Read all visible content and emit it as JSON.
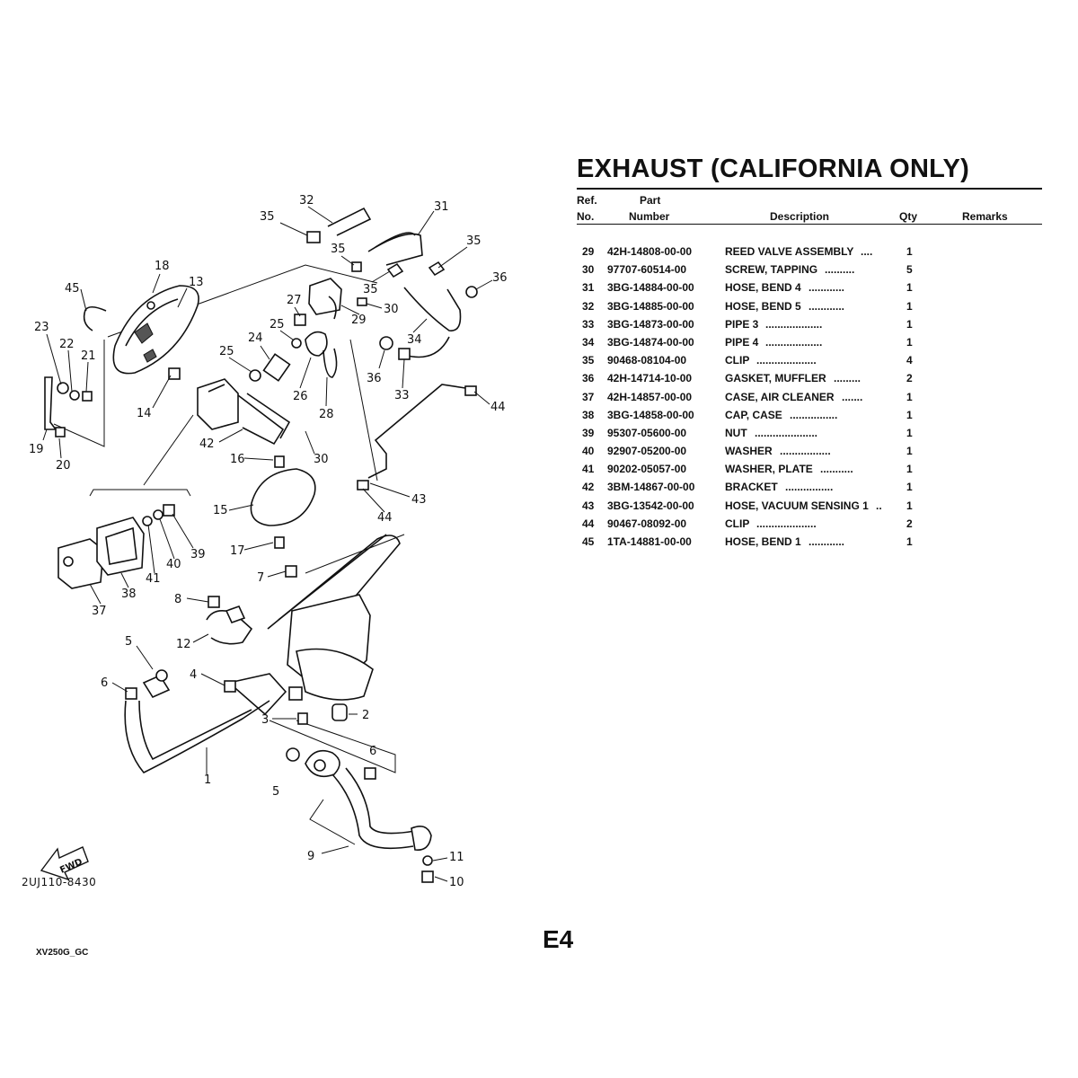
{
  "page_title": "EXHAUST (CALIFORNIA ONLY)",
  "columns": {
    "ref": "Ref.",
    "no": "No.",
    "part": "Part",
    "number": "Number",
    "description": "Description",
    "qty": "Qty",
    "remarks": "Remarks"
  },
  "parts": [
    {
      "ref": "29",
      "number": "42H-14808-00-00",
      "description": "REED VALVE ASSEMBLY",
      "dots": "....",
      "qty": "1"
    },
    {
      "ref": "30",
      "number": "97707-60514-00",
      "description": "SCREW, TAPPING",
      "dots": "..........",
      "qty": "5"
    },
    {
      "ref": "31",
      "number": "3BG-14884-00-00",
      "description": "HOSE, BEND 4",
      "dots": "............",
      "qty": "1"
    },
    {
      "ref": "32",
      "number": "3BG-14885-00-00",
      "description": "HOSE, BEND 5",
      "dots": "............",
      "qty": "1"
    },
    {
      "ref": "33",
      "number": "3BG-14873-00-00",
      "description": "PIPE 3",
      "dots": "...................",
      "qty": "1"
    },
    {
      "ref": "34",
      "number": "3BG-14874-00-00",
      "description": "PIPE 4",
      "dots": "...................",
      "qty": "1"
    },
    {
      "ref": "35",
      "number": "90468-08104-00",
      "description": "CLIP",
      "dots": "....................",
      "qty": "4"
    },
    {
      "ref": "36",
      "number": "42H-14714-10-00",
      "description": "GASKET, MUFFLER",
      "dots": ".........",
      "qty": "2"
    },
    {
      "ref": "37",
      "number": "42H-14857-00-00",
      "description": "CASE, AIR CLEANER",
      "dots": ".......",
      "qty": "1"
    },
    {
      "ref": "38",
      "number": "3BG-14858-00-00",
      "description": "CAP, CASE",
      "dots": "................",
      "qty": "1"
    },
    {
      "ref": "39",
      "number": "95307-05600-00",
      "description": "NUT",
      "dots": ".....................",
      "qty": "1"
    },
    {
      "ref": "40",
      "number": "92907-05200-00",
      "description": "WASHER",
      "dots": ".................",
      "qty": "1"
    },
    {
      "ref": "41",
      "number": "90202-05057-00",
      "description": "WASHER, PLATE",
      "dots": "...........",
      "qty": "1"
    },
    {
      "ref": "42",
      "number": "3BM-14867-00-00",
      "description": "BRACKET",
      "dots": "................",
      "qty": "1"
    },
    {
      "ref": "43",
      "number": "3BG-13542-00-00",
      "description": "HOSE, VACUUM SENSING 1",
      "dots": "..",
      "qty": "1"
    },
    {
      "ref": "44",
      "number": "90467-08092-00",
      "description": "CLIP",
      "dots": "....................",
      "qty": "2"
    },
    {
      "ref": "45",
      "number": "1TA-14881-00-00",
      "description": "HOSE, BEND 1",
      "dots": "............",
      "qty": "1"
    }
  ],
  "callouts": [
    "1",
    "2",
    "3",
    "4",
    "5",
    "5",
    "6",
    "6",
    "7",
    "8",
    "9",
    "10",
    "11",
    "12",
    "13",
    "14",
    "15",
    "16",
    "17",
    "18",
    "19",
    "20",
    "21",
    "22",
    "23",
    "24",
    "25",
    "25",
    "26",
    "27",
    "28",
    "29",
    "30",
    "30",
    "31",
    "32",
    "33",
    "34",
    "35",
    "35",
    "35",
    "35",
    "36",
    "36",
    "37",
    "38",
    "39",
    "40",
    "41",
    "42",
    "43",
    "44",
    "44",
    "45"
  ],
  "fwd_label": "FWD",
  "diagram_code": "2UJ110-8430",
  "page_label": "E4",
  "model_code": "XV250G_GC"
}
